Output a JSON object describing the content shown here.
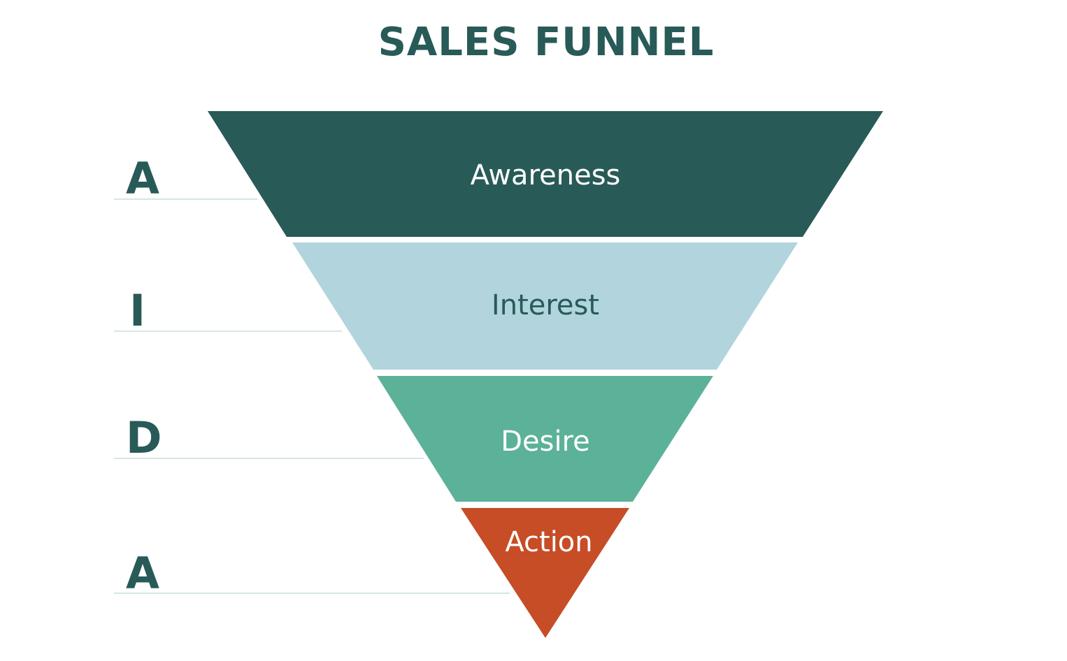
{
  "title": "SALES FUNNEL",
  "colors": {
    "title": "#285a58",
    "letters": "#285a58"
  },
  "acronym": [
    "A",
    "I",
    "D",
    "A"
  ],
  "stages": [
    {
      "label": "Awareness",
      "fill": "#285a58",
      "text_color": "#ffffff"
    },
    {
      "label": "Interest",
      "fill": "#b1d4dd",
      "text_color": "#285a58"
    },
    {
      "label": "Desire",
      "fill": "#5cb199",
      "text_color": "#ffffff"
    },
    {
      "label": "Action",
      "fill": "#c64d26",
      "text_color": "#ffffff"
    }
  ]
}
